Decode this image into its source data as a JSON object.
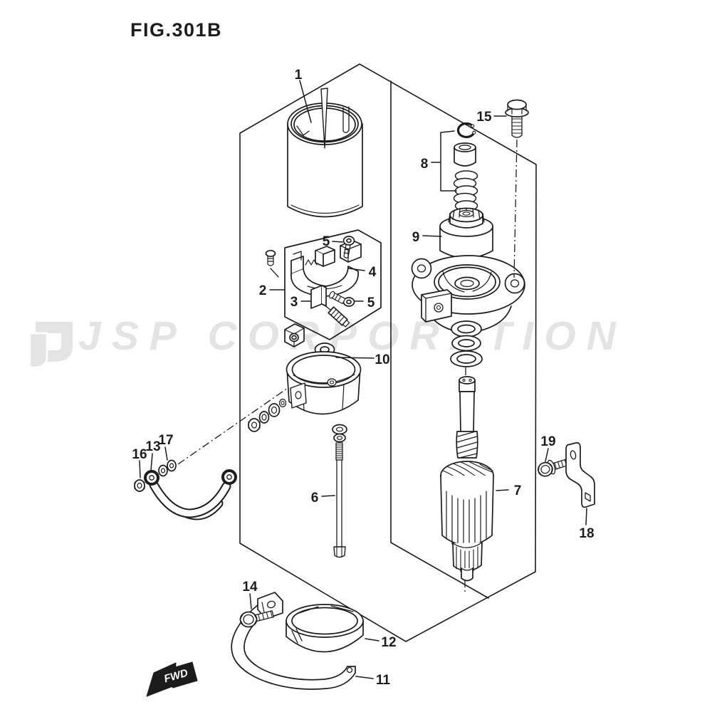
{
  "figure": {
    "title": "FIG.301B"
  },
  "watermark": {
    "text": "JSP CORPORATION",
    "logo": "jsp-logo-mark",
    "color": "#e4e4e4"
  },
  "direction_label": "FWD",
  "diagram": {
    "ink_color": "#1c1c1c",
    "background_color": "#ffffff",
    "callouts": {
      "c1": "1",
      "c2": "2",
      "c3": "3",
      "c4": "4",
      "c5a": "5",
      "c5b": "5",
      "c6": "6",
      "c7": "7",
      "c8": "8",
      "c9": "9",
      "c10": "10",
      "c11": "11",
      "c12": "12",
      "c13": "13",
      "c14": "14",
      "c15": "15",
      "c16": "16",
      "c17": "17",
      "c18": "18",
      "c19": "19"
    }
  }
}
